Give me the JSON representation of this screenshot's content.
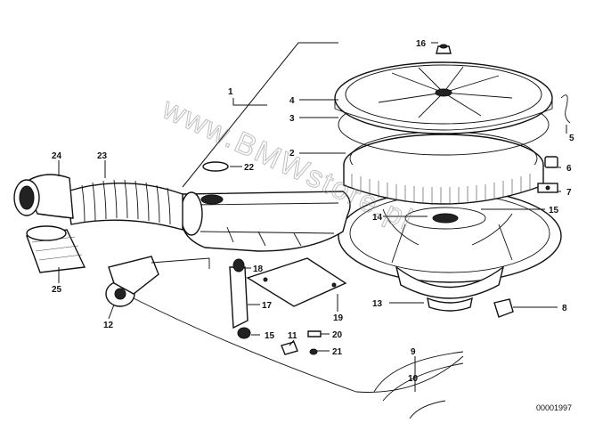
{
  "diagram": {
    "watermark": "www.BMWstore.pl",
    "drawing_code": "00001997",
    "callouts": [
      "1",
      "2",
      "3",
      "4",
      "5",
      "6",
      "7",
      "8",
      "9",
      "10",
      "11",
      "12",
      "13",
      "14",
      "15",
      "15",
      "16",
      "17",
      "18",
      "19",
      "20",
      "21",
      "22",
      "23",
      "24",
      "25"
    ]
  }
}
